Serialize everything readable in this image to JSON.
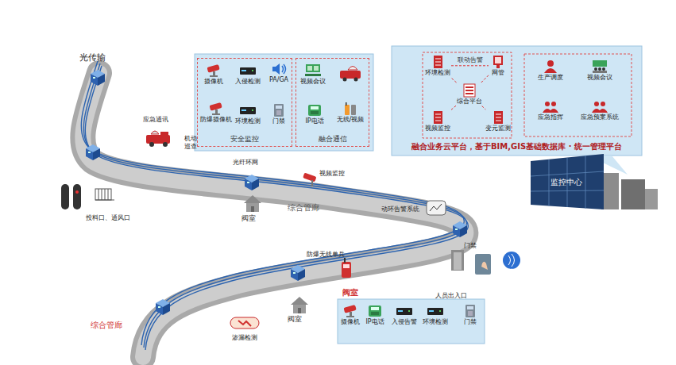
{
  "diagram": {
    "nodes": [
      {
        "text": [
          "安全监控"
        ]
      },
      {
        "text": [
          "摄像机"
        ],
        "in": 0
      },
      {
        "text": [
          "入侵检测"
        ],
        "in": 0
      },
      {
        "text": [
          "PA/GA"
        ],
        "in": 0
      },
      {
        "text": [
          "防爆摄像机"
        ],
        "in": 0
      },
      {
        "text": [
          "环境检测"
        ],
        "in": 0
      },
      {
        "text": [
          "门禁"
        ],
        "in": 0
      },
      {
        "text": [
          "融合通信"
        ]
      },
      {
        "text": [
          "视频会议"
        ],
        "in": 7
      },
      {
        "text": [
          "IP电话"
        ],
        "in": 7
      },
      {
        "text": [
          "无线/视频"
        ],
        "in": 7
      },
      {
        "text": [
          "融合业务云平台，基于BIM,GIS基础数据库 · 统一管理平台"
        ]
      },
      {
        "text": [
          "环境检测"
        ],
        "in": 11
      },
      {
        "text": [
          "网管"
        ],
        "in": 11
      },
      {
        "text": [
          "综合平台"
        ],
        "in": 11
      },
      {
        "text": [
          "视频监控"
        ],
        "in": 11
      },
      {
        "text": [
          "变元监测"
        ],
        "in": 11
      },
      {
        "text": [
          "生产调度"
        ],
        "in": 11
      },
      {
        "text": [
          "视频会议"
        ],
        "in": 11
      },
      {
        "text": [
          "应急指挥"
        ],
        "in": 11
      },
      {
        "text": [
          "应急预案系统"
        ],
        "in": 11
      },
      {
        "text": [
          "阀室"
        ]
      },
      {
        "text": [
          "摄像机"
        ],
        "in": 21
      },
      {
        "text": [
          "IP电话"
        ],
        "in": 21
      },
      {
        "text": [
          "入侵告警"
        ],
        "in": 21
      },
      {
        "text": [
          "环境检测"
        ],
        "in": 21
      },
      {
        "text": [
          "门禁"
        ],
        "in": 21
      },
      {
        "text": [
          "监控中心"
        ]
      }
    ],
    "edges": [
      {
        "from": 12,
        "to": 13,
        "label": "联动告警",
        "arrow": "none"
      },
      {
        "from": 14,
        "to": 12,
        "arrow": "none"
      },
      {
        "from": 14,
        "to": 13,
        "arrow": "none"
      },
      {
        "from": 14,
        "to": 15,
        "arrow": "none"
      },
      {
        "from": 14,
        "to": 16,
        "arrow": "none"
      }
    ],
    "labels": [
      "光传输",
      "应急通讯",
      "机动巡查",
      "光纤环网",
      "视频监控",
      "投料口、通风口",
      "阀室",
      "综合管廊",
      "动环告警系统",
      "门禁",
      "RFID",
      "防爆无线单兵",
      "人员出入口",
      "阀室",
      "渗漏检测",
      "综合管廊"
    ]
  }
}
